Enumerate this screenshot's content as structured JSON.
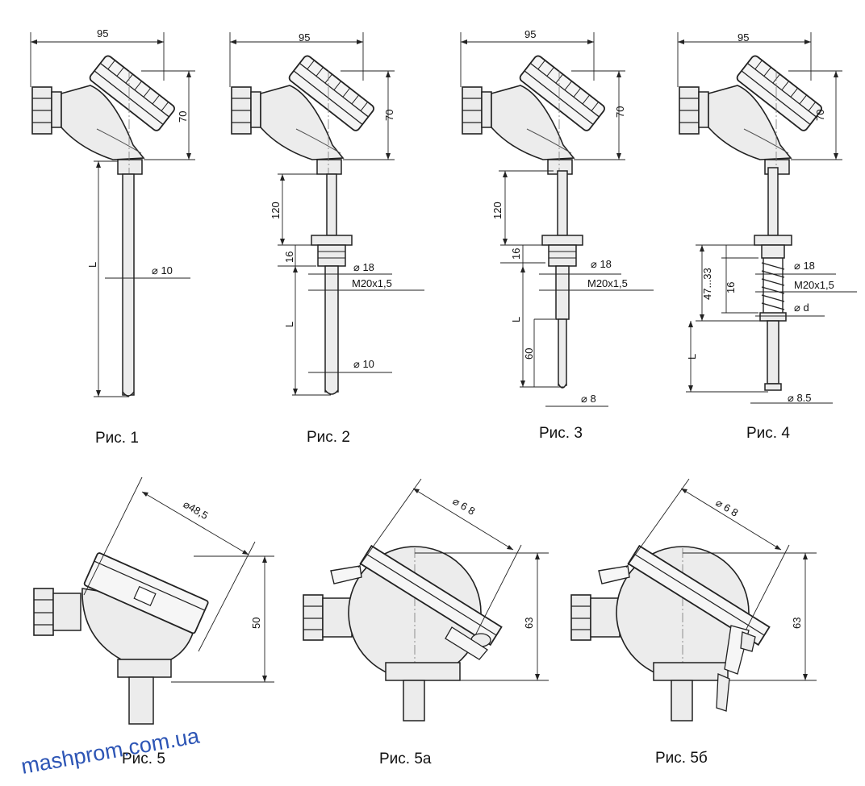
{
  "colors": {
    "ink": "#222222",
    "body_fill": "#ececec",
    "watermark": "#2d55b5"
  },
  "figures": [
    {
      "caption": "Рис. 1",
      "width_label": "95",
      "height_label": "70",
      "l_label": "L",
      "dia_label": "⌀ 10"
    },
    {
      "caption": "Рис. 2",
      "width_label": "95",
      "height_label": "70",
      "upper_label": "120",
      "nut_label": "16",
      "l_label": "L",
      "dia18_label": "⌀ 18",
      "thread_label": "M20x1,5",
      "dia_label": "⌀ 10"
    },
    {
      "caption": "Рис. 3",
      "width_label": "95",
      "height_label": "70",
      "upper_label": "120",
      "nut_label": "16",
      "l_label": "L",
      "tip_label": "60",
      "dia18_label": "⌀ 18",
      "thread_label": "M20x1,5",
      "dia_label": "⌀ 8"
    },
    {
      "caption": "Рис. 4",
      "width_label": "95",
      "height_label": "70",
      "range_label": "47...33",
      "nut_label": "16",
      "l_label": "L",
      "dia18_label": "⌀ 18",
      "thread_label": "M20x1,5",
      "dd_label": "⌀ d",
      "dia_label": "⌀ 8.5"
    }
  ],
  "heads": [
    {
      "caption": "Рис. 5",
      "diameter_label": "⌀48,5",
      "height_label": "50"
    },
    {
      "caption": "Рис. 5а",
      "diameter_label": "⌀ 6 8",
      "height_label": "63"
    },
    {
      "caption": "Рис. 5б",
      "diameter_label": "⌀ 6 8",
      "height_label": "63"
    }
  ],
  "watermark": "mashprom.com.ua"
}
